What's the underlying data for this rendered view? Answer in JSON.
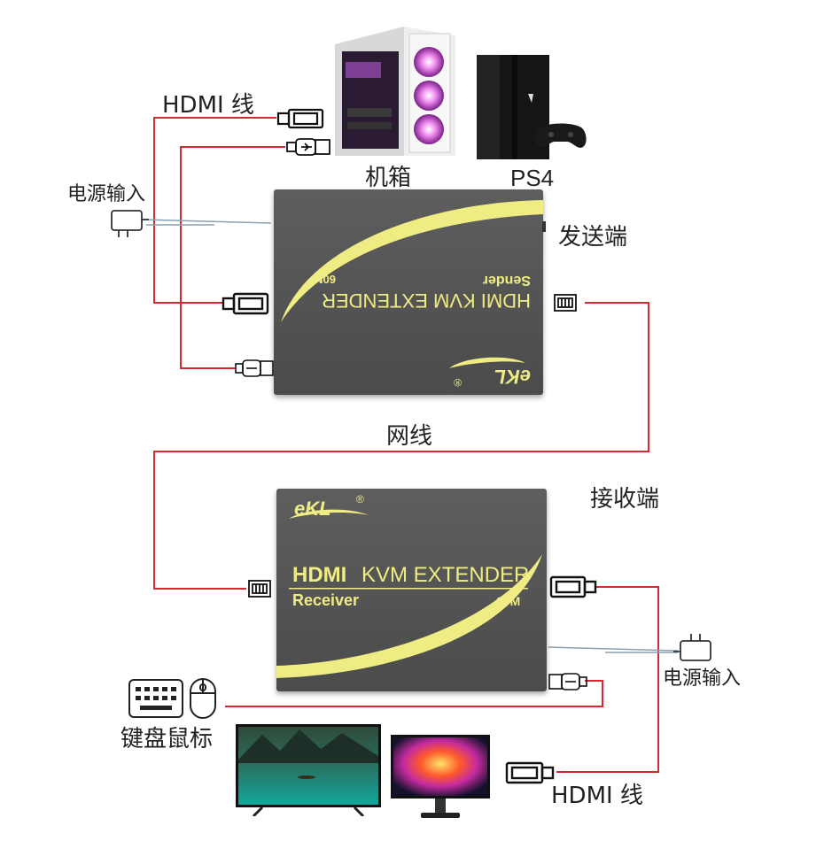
{
  "labels": {
    "hdmi_cable_top": "HDMI 线",
    "power_in_left": "电源输入",
    "pc_case": "机箱",
    "ps4": "PS4",
    "sender_side": "发送端",
    "network_cable": "网线",
    "receiver_side": "接收端",
    "power_in_right": "电源输入",
    "keyboard_mouse": "键盘鼠标",
    "hdmi_cable_bottom": "HDMI 线"
  },
  "sender": {
    "brand": "eKL",
    "title": "HDMI KVM EXTENDER",
    "subtitle": "Sender",
    "range": "60M",
    "registered": "®"
  },
  "receiver": {
    "brand": "eKL",
    "registered": "®",
    "title_bold": "HDMI",
    "title_rest": "KVM EXTENDER",
    "subtitle": "Receiver",
    "range": "60M"
  },
  "colors": {
    "cable_red": "#d7282f",
    "power_line": "#8aa0b0",
    "box_body": "#555555",
    "print_yellow": "#f0ec84"
  },
  "icons": [
    "hdmi-plug-icon",
    "usb-plug-icon",
    "rj45-jack-icon",
    "power-adapter-icon",
    "keyboard-icon",
    "mouse-icon"
  ]
}
